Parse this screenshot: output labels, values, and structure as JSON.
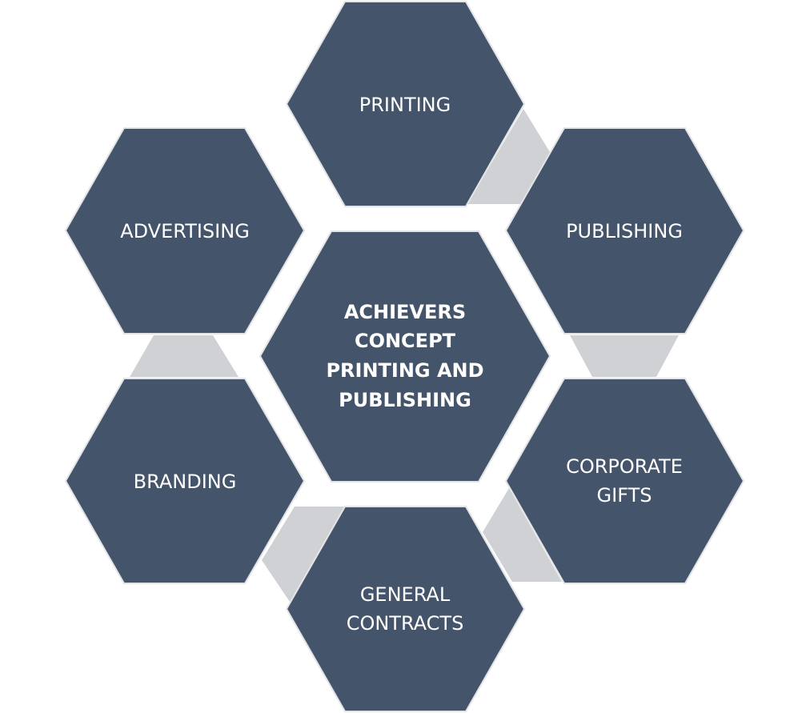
{
  "colors": {
    "hexagon": "#44546A",
    "connector": "#D0D1D4",
    "text": "#FFFFFF"
  },
  "center": {
    "lines": [
      "ACHIEVERS",
      "CONCEPT",
      "PRINTING AND",
      "PUBLISHING"
    ]
  },
  "nodes": {
    "printing": {
      "lines": [
        "PRINTING"
      ]
    },
    "publishing": {
      "lines": [
        "PUBLISHING"
      ]
    },
    "corporate_gifts": {
      "lines": [
        "CORPORATE",
        "GIFTS"
      ]
    },
    "general_contracts": {
      "lines": [
        "GENERAL",
        "CONTRACTS"
      ]
    },
    "branding": {
      "lines": [
        "BRANDING"
      ]
    },
    "advertising": {
      "lines": [
        "ADVERTISING"
      ]
    }
  }
}
